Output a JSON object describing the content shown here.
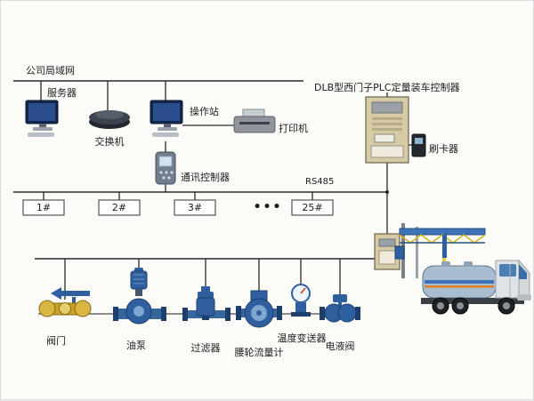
{
  "diagram": {
    "lan_label": "公司局域网",
    "server_label": "服务器",
    "switch_label": "交换机",
    "operator_label": "操作站",
    "printer_label": "打印机",
    "comm_controller_label": "通讯控制器",
    "rs485_label": "RS485",
    "plc_label": "DLB型西门子PLC定量装车控制器",
    "card_reader_label": "刷卡器",
    "stations": [
      {
        "label": "1#"
      },
      {
        "label": "2#"
      },
      {
        "label": "3#"
      },
      {
        "label": "25#"
      }
    ],
    "stations_ellipsis": "•••",
    "valve_label": "阀门",
    "pump_label": "油泵",
    "filter_label": "过滤器",
    "flowmeter_label": "腰轮流量计",
    "temp_transmitter_label": "温度变送器",
    "eh_valve_label": "电液阀"
  },
  "colors": {
    "wire": "#2a2a2a",
    "device_blue": "#2f5f9e",
    "device_blue_dark": "#1d3f6e",
    "valve_gold": "#c9a227",
    "panel_tan": "#d6cba4",
    "hose_yellow": "#e8cb1e"
  }
}
